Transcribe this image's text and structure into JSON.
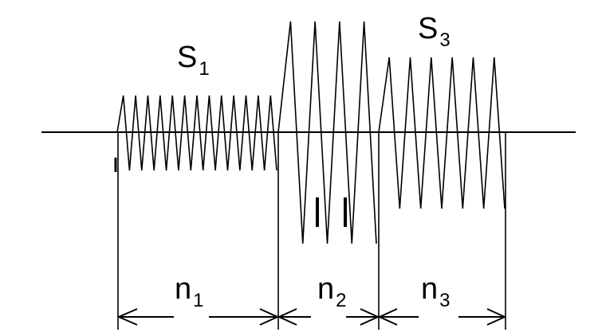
{
  "diagram": {
    "colors": {
      "background": "#ffffff",
      "stroke": "#000000"
    },
    "signal_labels": [
      {
        "letter": "S",
        "index": "1"
      },
      {
        "letter": "S",
        "index": "3"
      }
    ],
    "interval_labels": [
      {
        "letter": "n",
        "index": "1"
      },
      {
        "letter": "n",
        "index": "2"
      },
      {
        "letter": "n",
        "index": "3"
      }
    ]
  }
}
